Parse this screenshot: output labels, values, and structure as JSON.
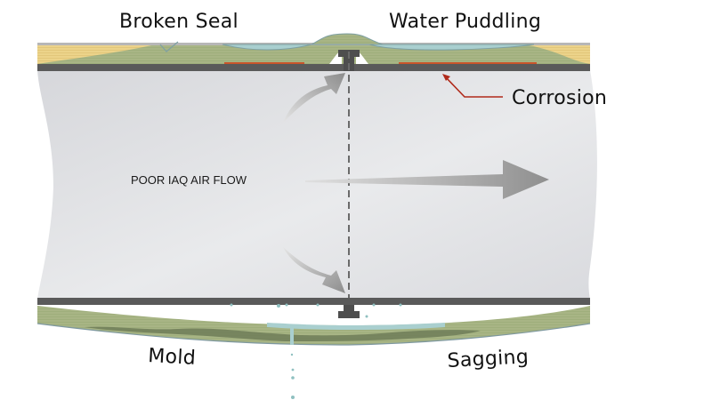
{
  "diagram": {
    "labels": {
      "broken_seal": "Broken Seal",
      "water_puddling": "Water Puddling",
      "corrosion": "Corrosion",
      "air_flow": "POOR IAQ AIR FLOW",
      "mold": "Mold",
      "sagging": "Sagging"
    },
    "colors": {
      "duct_interior": "#dcdde0",
      "duct_wall": "#5a5a5a",
      "insulation": "#a8b585",
      "insulation_dark": "#6f7d58",
      "fiberglass": "#ecd38a",
      "water": "#a9cfcf",
      "corrosion": "#c9552a",
      "arrow": "#9a9a9a",
      "leader_line": "#b02a1a",
      "text": "#111111"
    }
  }
}
